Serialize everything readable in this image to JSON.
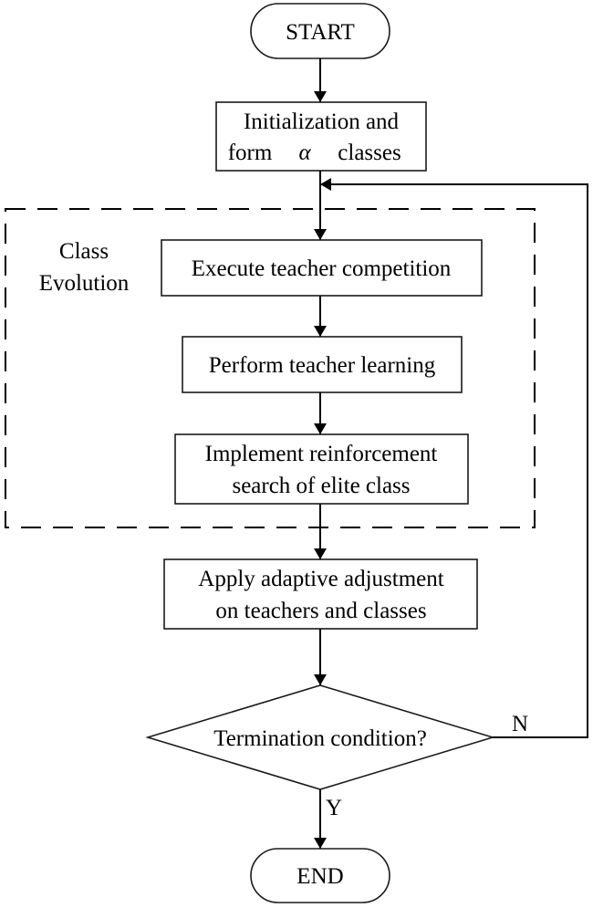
{
  "diagram": {
    "nodes": {
      "start": {
        "label": "START"
      },
      "init": {
        "line1": "Initialization and",
        "line2_prefix": "form",
        "line2_symbol": "α",
        "line2_suffix": "classes"
      },
      "competition": {
        "label": "Execute teacher competition"
      },
      "learning": {
        "label": "Perform teacher learning"
      },
      "reinforce": {
        "line1": "Implement reinforcement",
        "line2": "search of elite class"
      },
      "adjust": {
        "line1": "Apply adaptive adjustment",
        "line2": "on teachers and classes"
      },
      "decision": {
        "label": "Termination condition?"
      },
      "end": {
        "label": "END"
      }
    },
    "group": {
      "line1": "Class",
      "line2": "Evolution"
    },
    "edges": {
      "no_label": "N",
      "yes_label": "Y"
    }
  }
}
